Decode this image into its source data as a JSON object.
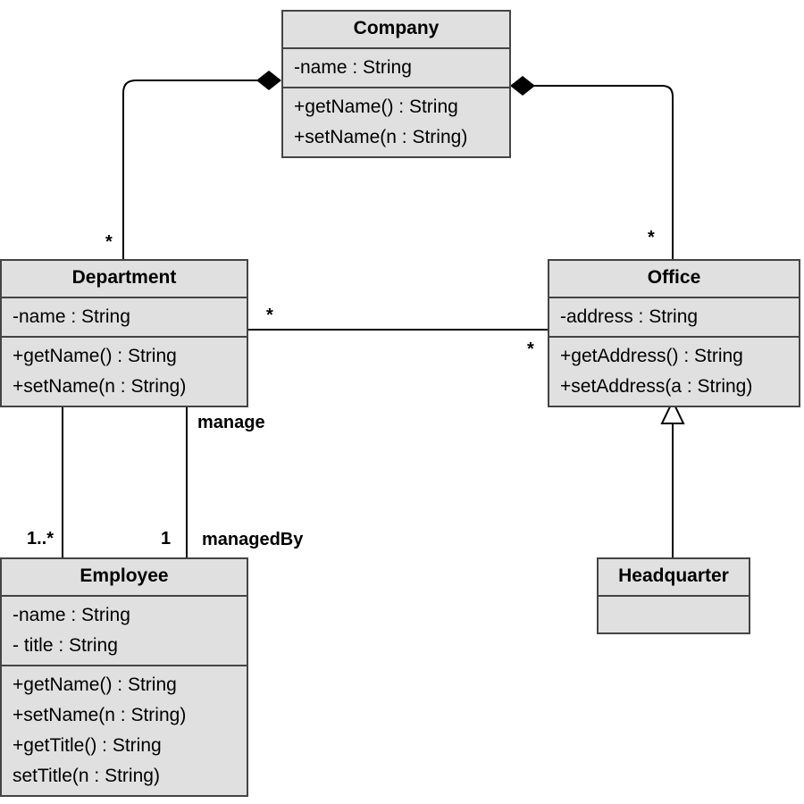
{
  "classes": {
    "company": {
      "name": "Company",
      "attributes": [
        "-name : String"
      ],
      "operations": [
        "+getName() : String",
        "+setName(n : String)"
      ]
    },
    "department": {
      "name": "Department",
      "attributes": [
        "-name : String"
      ],
      "operations": [
        "+getName() : String",
        "+setName(n : String)"
      ]
    },
    "office": {
      "name": "Office",
      "attributes": [
        "-address : String"
      ],
      "operations": [
        "+getAddress() : String",
        "+setAddress(a : String)"
      ]
    },
    "employee": {
      "name": "Employee",
      "attributes": [
        "-name : String",
        "- title : String"
      ],
      "operations": [
        "+getName() : String",
        "+setName(n : String)",
        "+getTitle() : String",
        "setTitle(n : String)"
      ]
    },
    "headquarter": {
      "name": "Headquarter",
      "attributes": [],
      "operations": []
    }
  },
  "associations": {
    "company_department": {
      "kind": "composition",
      "target_multiplicity": "*"
    },
    "company_office": {
      "kind": "composition",
      "target_multiplicity": "*"
    },
    "department_office": {
      "department_multiplicity": "*",
      "office_multiplicity": "*"
    },
    "department_employee": {
      "employee_multiplicity": "1..*"
    },
    "manage": {
      "label": "manage",
      "role": "managedBy",
      "multiplicity": "1"
    },
    "office_headquarter": {
      "kind": "generalization"
    }
  }
}
